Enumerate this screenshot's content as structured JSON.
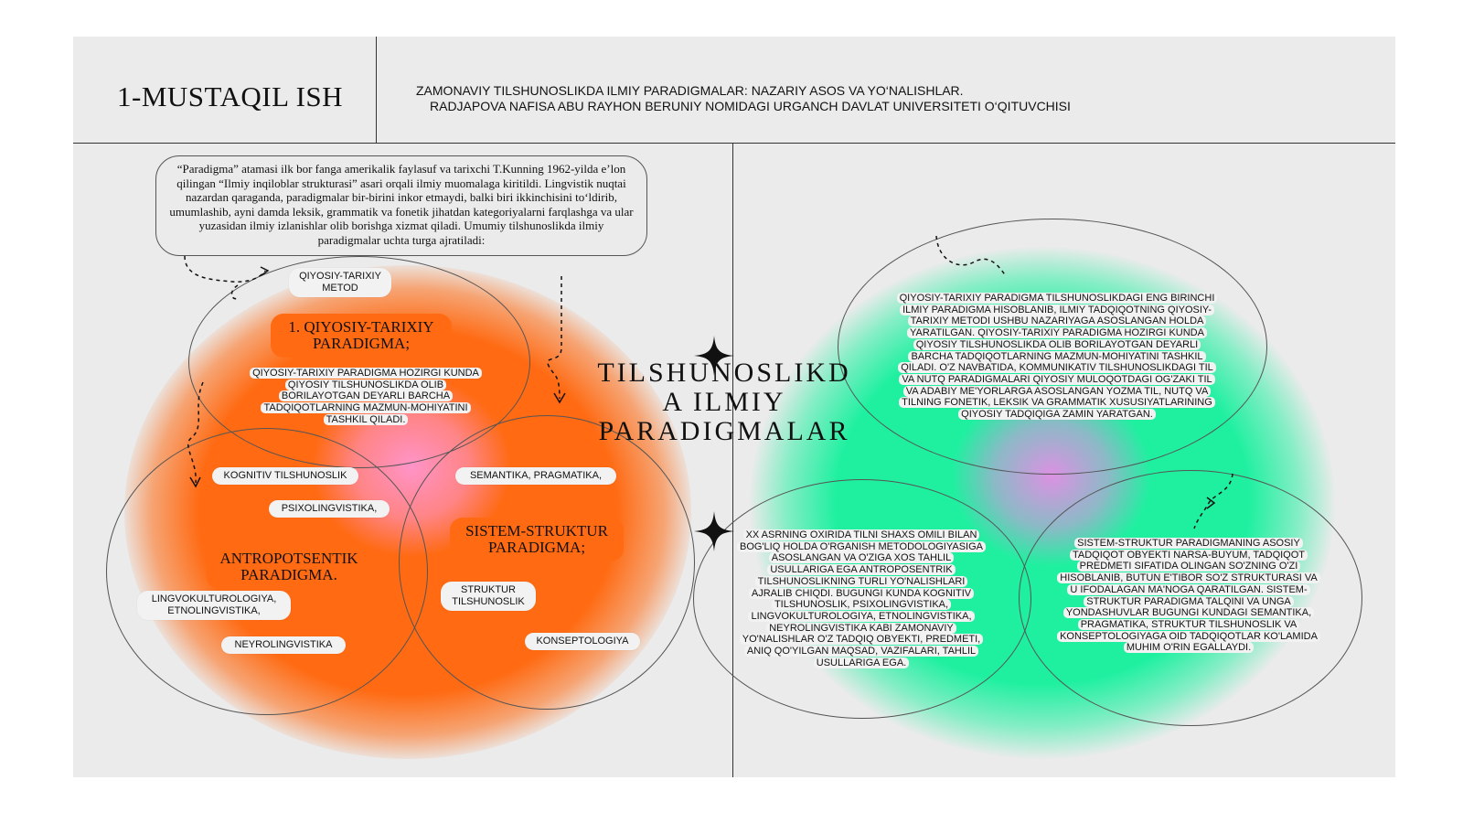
{
  "header": {
    "title": "1-MUSTAQIL ISH",
    "subtitle_line1": "ZAMONAVIY TILSHUNOSLIKDA ILMIY PARADIGMALAR: NAZARIY ASOS VA YO‘NALISHLAR.",
    "subtitle_line2": "RADJAPOVA NAFISA ABU RAYHON BERUNIY NOMIDAGI URGANCH DAVLAT UNIVERSITETI O‘QITUVCHISI"
  },
  "intro": {
    "text": "“Paradigma” atamasi ilk bor fanga amerikalik faylasuf va tarixchi T.Kunning 1962-yilda e’lon qilingan “Ilmiy inqiloblar strukturasi” asari orqali ilmiy muomalaga kiritildi. Lingvistik nuqtai nazardan qaraganda, paradigmalar bir-birini inkor etmaydi, balki biri ikkinchisini to‘ldirib, umumlashib, ayni damda leksik, grammatik va fonetik jihatdan kategoriyalarni farqlashga va ular yuzasidan ilmiy izlanishlar olib borishga xizmat qiladi. Umumiy tilshunoslikda ilmiy paradigmalar uchta turga ajratiladi:"
  },
  "center_title": {
    "line1": "TILSHUNOSLIKD",
    "line2": "A ILMIY",
    "line3": "PARADIGMALAR"
  },
  "left_diagram": {
    "historical": {
      "tag": "QIYOSIY-TARIXIY\nMETOD",
      "title": "1. QIYOSIY-TARIXIY\nPARADIGMA;",
      "desc": "QIYOSIY-TARIXIY PARADIGMA HOZIRGI KUNDA\nQIYOSIY TILSHUNOSLIKDA OLIB\nBORILAYOTGAN DEYARLI BARCHA\nTADQIQOTLARNING MAZMUN-MOHIYATINI\nTASHKIL QILADI."
    },
    "anthropocentric": {
      "title": "ANTROPOTSENTIK\nPARADIGMA.",
      "tag1": "KOGNITIV TILSHUNOSLIK",
      "tag2": "PSIXOLINGVISTIKA,",
      "tag3": "LINGVOKULTUROLOGIYA,\nETNOLINGVISTIKA,",
      "tag4": "NEYROLINGVISTIKA"
    },
    "structural": {
      "title": "SISTEM-STRUKTUR\nPARADIGMA;",
      "tag1": "SEMANTIKA, PRAGMATIKA,",
      "tag2": "STRUKTUR\nTILSHUNOSLIK",
      "tag3": "KONSEPTOLOGIYA"
    }
  },
  "right_diagram": {
    "top_text": "QIYOSIY-TARIXIY PARADIGMA TILSHUNOSLIKDAGI ENG BIRINCHI\nILMIY PARADIGMA HISOBLANIB, ILMIY TADQIQOTNING QIYOSIY-\nTARIXIY METODI USHBU NAZARIYAGA ASOSLANGAN HOLDA\nYARATILGAN. QIYOSIY-TARIXIY PARADIGMA HOZIRGI KUNDA\nQIYOSIY TILSHUNOSLIKDA OLIB BORILAYOTGAN DEYARLI\nBARCHA TADQIQOTLARNING MAZMUN-MOHIYATINI TASHKIL\nQILADI. O'Z NAVBATIDA, KOMMUNIKATIV TILSHUNOSLIKDAGI TIL\nVA NUTQ PARADIGMALARI QIYOSIY MULOQOTDAGI OG'ZAKI TIL\nVA ADABIY ME'YORLARGA ASOSLANGAN YOZMA TIL, NUTQ VA\nTILNING FONETIK, LEKSIK VA GRAMMATIK XUSUSIYATLARINING\nQIYOSIY TADQIQIGA ZAMIN YARATGAN.",
    "left_text": "XX ASRNING OXIRIDA TILNI SHAXS OMILI BILAN\nBOG'LIQ HOLDA O'RGANISH METODOLOGIYASIGA\nASOSLANGAN VA O'ZIGA XOS TAHLIL\nUSULLARIGA EGA ANTROPOSENTRIK\nTILSHUNOSLIKNING TURLI YO'NALISHLARI\nAJRALIB CHIQDI. BUGUNGI KUNDA KOGNITIV\nTILSHUNOSLIK, PSIXOLINGVISTIKA,\nLINGVOKULTUROLOGIYA, ETNOLINGVISTIKA,\nNEYROLINGVISTIKA KABI ZAMONAVIY\nYO'NALISHLAR O'Z TADQIQ OBYEKTI, PREDMETI,\nANIQ QO'YILGAN MAQSAD, VAZIFALARI, TAHLIL\nUSULLARIGA EGA.",
    "right_text": "SISTEM-STRUKTUR PARADIGMANING ASOSIY\nTADQIQOT OBYEKTI NARSA-BUYUM, TADQIQOT\nPREDMETI SIFATIDA OLINGAN SO'ZNING O'ZI\nHISOBLANIB, BUTUN E'TIBOR SO'Z STRUKTURASI VA\nU IFODALAGAN MA'NOGA QARATILGAN. SISTEM-\nSTRUKTUR PARADIGMA TALQINI VA UNGA\nYONDASHUVLAR BUGUNGI KUNDAGI SEMANTIKA,\nPRAGMATIKA, STRUKTUR TILSHUNOSLIK VA\nKONSEPTOLOGIYAGA OID TADQIQOTLAR KO'LAMIDA\nMUHIM O'RIN EGALLAYDI."
  },
  "colors": {
    "board": "#ebebeb",
    "orange": "#ff6a12",
    "pink": "#ff9ad0",
    "green": "#1ff0a0",
    "pill": "#f2f2f2"
  },
  "icons": [
    "four-point-star-icon",
    "dashed-arrow-icon"
  ]
}
